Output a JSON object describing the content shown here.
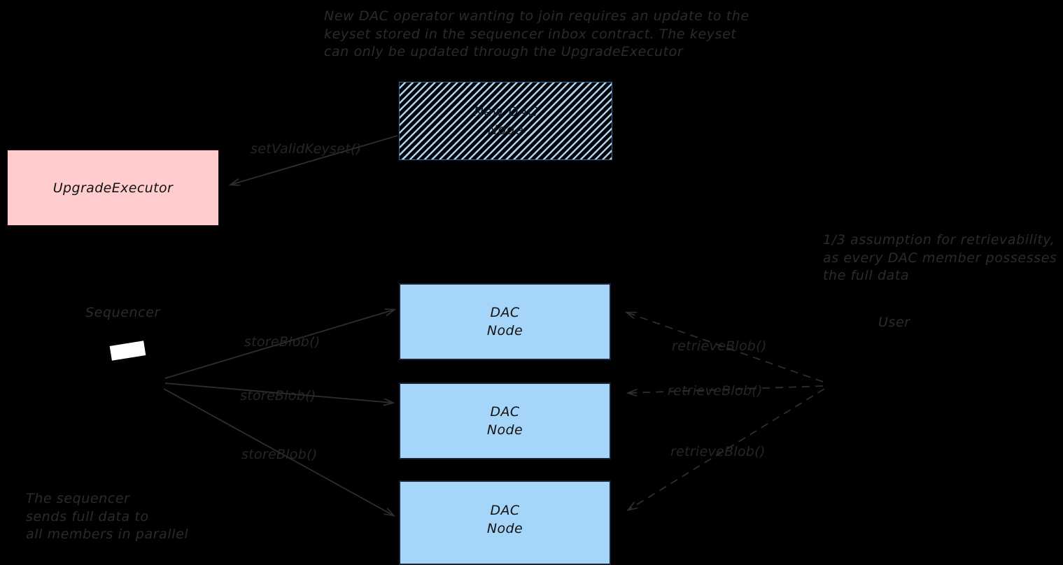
{
  "diagram": {
    "title_note": "New DAC operator wanting to join requires an update to the\nkeyset stored in the sequencer inbox contract. The keyset\ncan only be updated through the UpgradeExecutor",
    "retrievability_note": "1/3 assumption for retrievability,\nas every DAC member possesses\nthe full data",
    "parallel_note": "The sequencer\nsends full data to\nall members in parallel"
  },
  "nodes": {
    "new_dac_node": "New DAC\nNode",
    "upgrade_executor": "UpgradeExecutor",
    "dac_node_1": "DAC\nNode",
    "dac_node_2": "DAC\nNode",
    "dac_node_3": "DAC\nNode"
  },
  "actors": {
    "sequencer": "Sequencer",
    "user": "User"
  },
  "edges": {
    "set_valid_keyset": "setValidKeyset()",
    "store_blob_1": "storeBlob()",
    "store_blob_2": "storeBlob()",
    "store_blob_3": "storeBlob()",
    "retrieve_blob_1": "retrieveBlob()",
    "retrieve_blob_2": "retrieveBlob()",
    "retrieve_blob_3": "retrieveBlob()"
  },
  "colors": {
    "background": "#000000",
    "dac_fill": "#a5d6fa",
    "dac_border": "#1b2330",
    "executor_fill": "#ffcdcd",
    "executor_border": "#2a1214",
    "hatch_stripe": "#a5d6fa",
    "text": "#2b2b2b",
    "arrow": "#2e2e2e"
  }
}
